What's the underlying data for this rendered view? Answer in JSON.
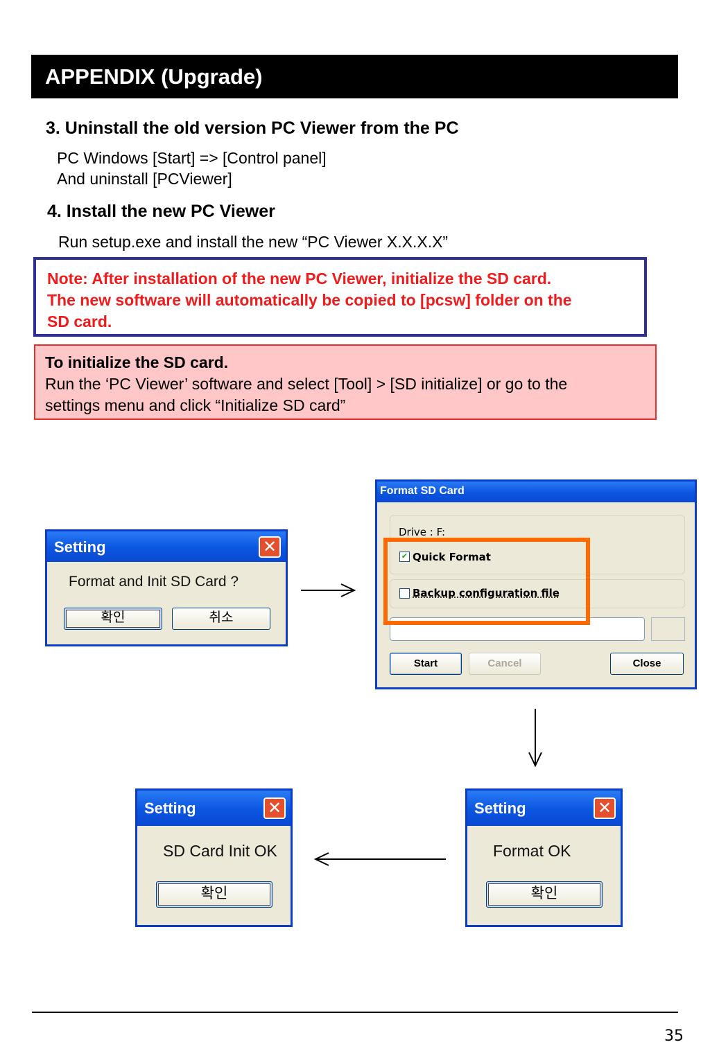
{
  "header": {
    "title": "APPENDIX (Upgrade)"
  },
  "step3": {
    "heading": "3. Uninstall the old version PC Viewer from the PC",
    "lines": [
      "PC Windows [Start] => [Control panel]",
      "And uninstall  [PCViewer]"
    ]
  },
  "step4": {
    "heading": "4. Install the new PC Viewer",
    "line": "Run setup.exe and install the new “PC Viewer X.X.X.X”"
  },
  "note": {
    "lines": [
      "Note: After installation of the new PC Viewer, initialize  the SD card.",
      "The new software will automatically be copied to [pcsw] folder on the",
      "SD card."
    ]
  },
  "tip": {
    "title": "To initialize the SD card.",
    "lines": [
      "Run the  ‘PC Viewer’ software and select [Tool] > [SD initialize] or go to the",
      "settings menu and click “Initialize SD card”"
    ]
  },
  "dialog_confirm": {
    "title": "Setting",
    "message": "Format and Init SD Card ?",
    "ok_label": "확인",
    "cancel_label": "취소",
    "close_glyph": "✕"
  },
  "dialog_format": {
    "title": "Format SD Card",
    "drive_label": "Drive : F:",
    "quick_format_label": "Quick Format",
    "quick_format_checked": true,
    "backup_label": "Backup configuration file",
    "backup_checked": false,
    "start_label": "Start",
    "cancel_label": "Cancel",
    "close_label": "Close",
    "highlight_color": "#ff6a00"
  },
  "dialog_format_ok": {
    "title": "Setting",
    "message": "Format OK",
    "ok_label": "확인",
    "close_glyph": "✕"
  },
  "dialog_init_ok": {
    "title": "Setting",
    "message": "SD Card Init OK",
    "ok_label": "확인",
    "close_glyph": "✕"
  },
  "footer": {
    "page_number": "35"
  },
  "colors": {
    "note_text": "#ee1c1c",
    "note_border": "#2e3191",
    "tip_background": "#ffc7c7",
    "tip_border": "#e53030",
    "xp_title": "#0b55e0"
  }
}
